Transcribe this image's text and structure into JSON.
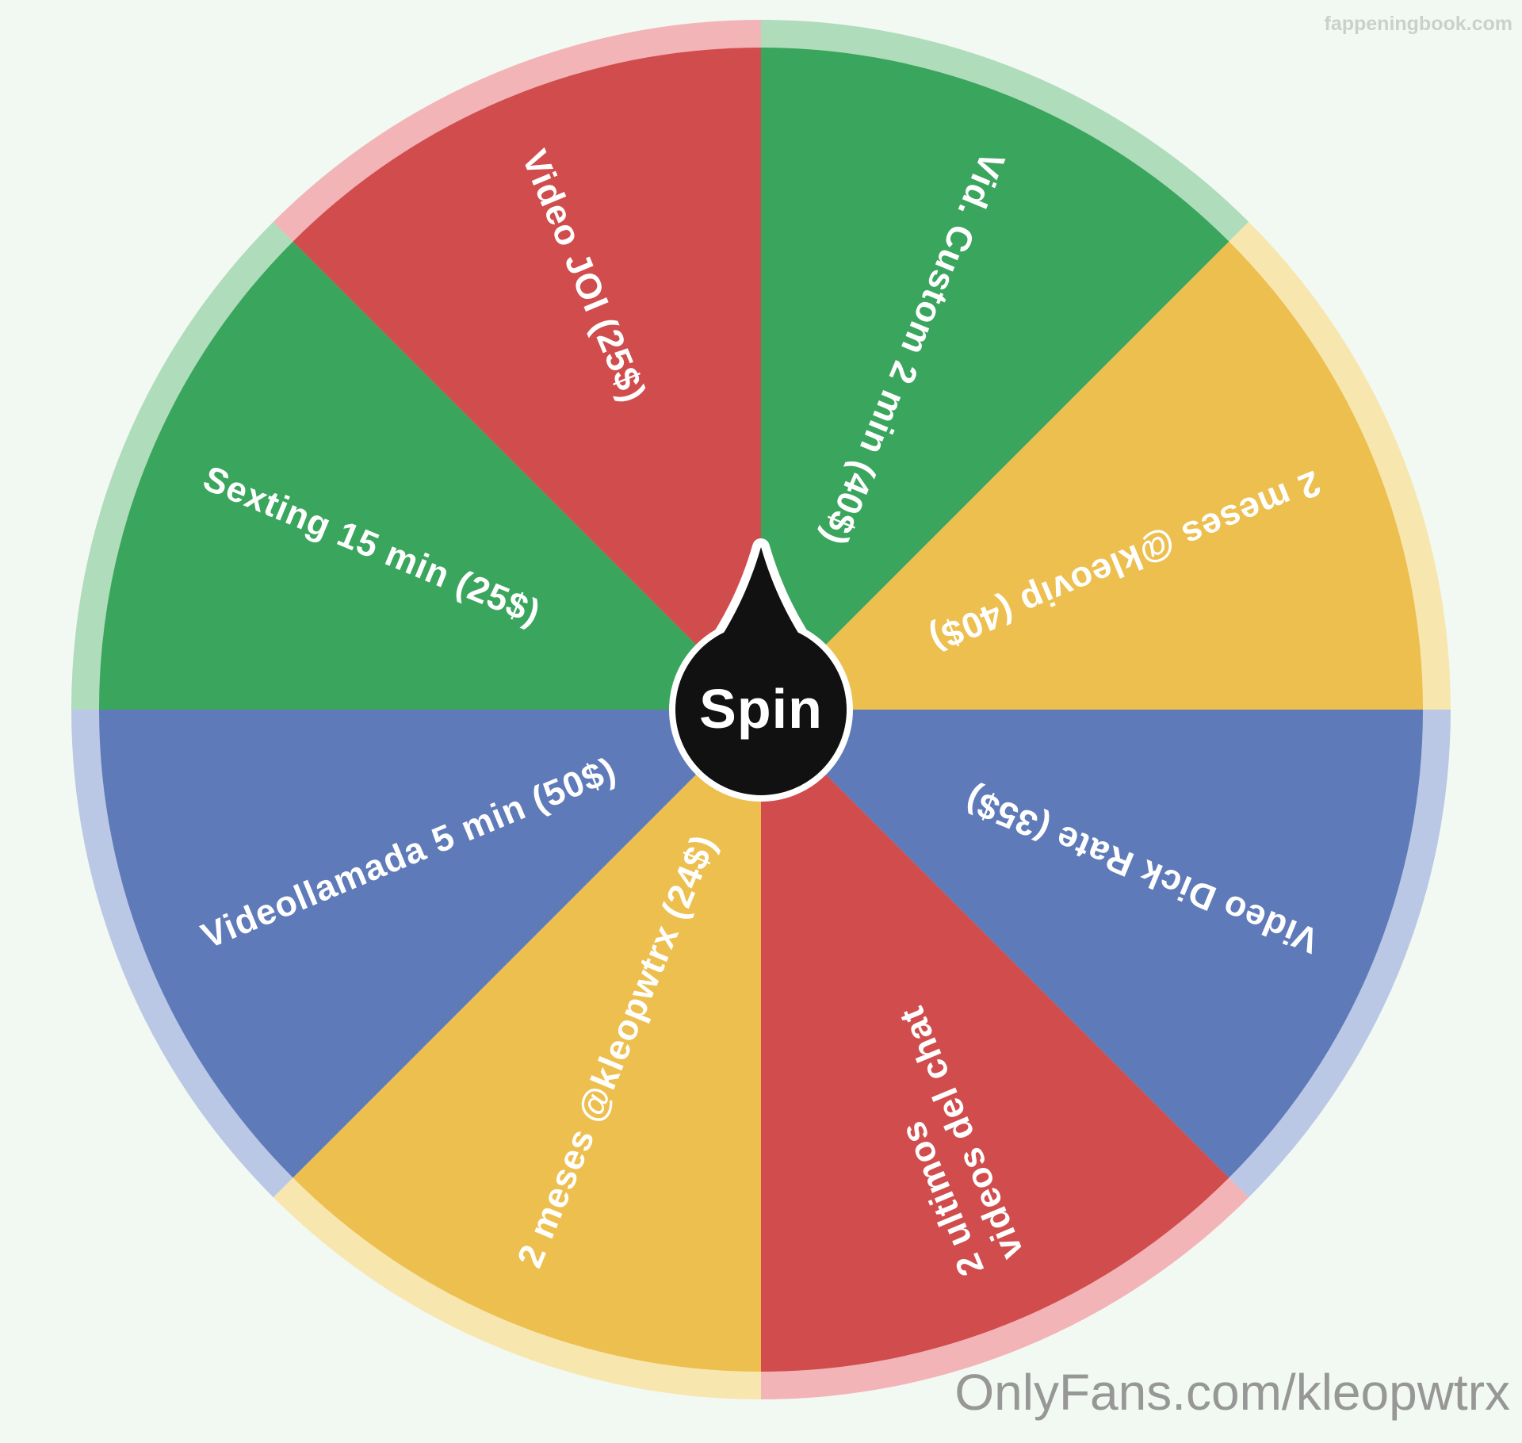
{
  "watermarks": {
    "top": "fappeningbook.com",
    "bottom": "OnlyFans.com/kleopwtrx"
  },
  "wheel": {
    "spin_label": "Spin",
    "colors": {
      "red": "#d14c4c",
      "red_light": "#f2b4b7",
      "green": "#3aa55c",
      "green_light": "#afdcba",
      "yellow": "#ecbf4e",
      "yellow_light": "#f8e6af",
      "blue": "#5e7ab8",
      "blue_light": "#bac8e6",
      "hub": "#111111",
      "hub_ring": "#ffffff",
      "label_text": "#ffffff",
      "background": "#f2f9f2"
    },
    "segments": [
      {
        "label": "Vid. Custom 2 min (40$)",
        "color": "green"
      },
      {
        "label": "2 meses @kleovip (40$)",
        "color": "yellow"
      },
      {
        "label": "Video Dick Rate (35$)",
        "color": "blue"
      },
      {
        "label": "2 ultimos videos del chat",
        "color": "red",
        "lines": [
          "2 ultimos",
          "videos del chat"
        ]
      },
      {
        "label": "2 meses @kleopwtrx (24$)",
        "color": "yellow"
      },
      {
        "label": "Videollamada 5 min (50$)",
        "color": "blue"
      },
      {
        "label": "Sexting 15 min (25$)",
        "color": "green"
      },
      {
        "label": "Video JOI (25$)",
        "color": "red"
      }
    ]
  }
}
